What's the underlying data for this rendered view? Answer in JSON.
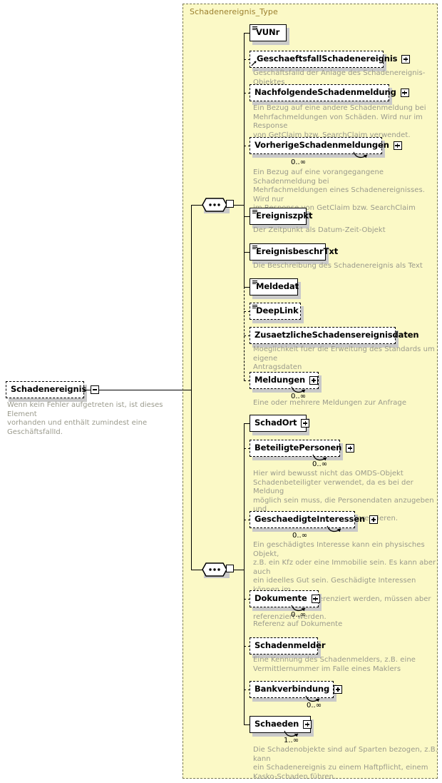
{
  "diagram": {
    "kind": "xsd-schema-tree",
    "type_container_label": "Schadenereignis_Type",
    "root": {
      "name": "Schadenereignis",
      "optional": true,
      "toggle": "minus",
      "doc": "Wenn kein Fehler aufgetreten ist, ist dieses Element\nvorhanden und enthält zumindest eine GeschäftsfallId."
    },
    "sequences": [
      {
        "name": "sequence-1",
        "icon": "sequence-icon"
      },
      {
        "name": "sequence-2",
        "icon": "sequence-icon"
      }
    ],
    "nodes": [
      {
        "id": "vunr",
        "label": "VUNr",
        "optional": false,
        "simple_type": true,
        "expandable": false,
        "reference": false,
        "cardinality": "",
        "doc": ""
      },
      {
        "id": "geschaeftsfall",
        "label": "GeschaeftsfallSchadenereignis",
        "optional": true,
        "simple_type": false,
        "expandable": true,
        "reference": true,
        "cardinality": "",
        "doc": "Geschäftsfalld der Anlage des Schadenereignis-Objektes"
      },
      {
        "id": "nachfolgende",
        "label": "NachfolgendeSchadenmeldung",
        "optional": true,
        "simple_type": false,
        "expandable": true,
        "reference": false,
        "cardinality": "",
        "doc": "Ein Bezug auf eine andere Schadenmeldung bei\nMehrfachmeldungen von Schäden. Wird nur im Response\nvon GetClaim bzw. SearchClaim verwendet."
      },
      {
        "id": "vorherige",
        "label": "VorherigeSchadenmeldungen",
        "optional": true,
        "simple_type": false,
        "expandable": true,
        "reference": false,
        "cardinality": "0..∞",
        "doc": "Ein Bezug auf eine vorangegangene Schadenmeldung bei\nMehrfachmeldungen eines Schadenereignisses. Wird nur\nim Response von GetClaim bzw. SearchClaim\nverwendet."
      },
      {
        "id": "ereigniszpkt",
        "label": "Ereigniszpkt",
        "optional": false,
        "simple_type": true,
        "expandable": false,
        "reference": false,
        "cardinality": "",
        "doc": "Der Zeitpunkt als Datum-Zeit-Objekt"
      },
      {
        "id": "ereignisbeschrtxt",
        "label": "EreignisbeschrTxt",
        "optional": false,
        "simple_type": true,
        "expandable": false,
        "reference": false,
        "cardinality": "",
        "doc": "Die Beschreibung des Schadenereignis als Text"
      },
      {
        "id": "meldedat",
        "label": "Meldedat",
        "optional": false,
        "simple_type": true,
        "expandable": false,
        "reference": false,
        "cardinality": "",
        "doc": ""
      },
      {
        "id": "deeplink",
        "label": "DeepLink",
        "optional": true,
        "simple_type": true,
        "expandable": false,
        "reference": false,
        "cardinality": "",
        "doc": ""
      },
      {
        "id": "zusaetzliche",
        "label": "ZusaetzlicheSchadensereignisdaten",
        "optional": true,
        "simple_type": false,
        "expandable": false,
        "reference": false,
        "cardinality": "",
        "doc": "Moeglichkeit fuer die Erweitung des Standards um eigene\nAntragsdaten"
      },
      {
        "id": "meldungen",
        "label": "Meldungen",
        "optional": true,
        "simple_type": false,
        "expandable": true,
        "reference": false,
        "cardinality": "0..∞",
        "doc": "Eine oder mehrere Meldungen zur Anfrage"
      },
      {
        "id": "schadort",
        "label": "SchadOrt",
        "optional": false,
        "simple_type": false,
        "expandable": true,
        "reference": false,
        "cardinality": "",
        "doc": ""
      },
      {
        "id": "beteiligtepersonen",
        "label": "BeteiligtePersonen",
        "optional": true,
        "simple_type": false,
        "expandable": true,
        "reference": false,
        "cardinality": "0..∞",
        "doc": "Hier wird bewusst nicht das OMDS-Objekt\nSchadenbeteiligter verwendet, da es bei der Meldung\nmöglich sein muss, die Personendaten anzugeben und\nnicht nur auf Personen zu referenzieren."
      },
      {
        "id": "geschaedigteinteressen",
        "label": "GeschaedigteInteressen",
        "optional": true,
        "simple_type": false,
        "expandable": true,
        "reference": false,
        "cardinality": "0..∞",
        "doc": "Ein geschädigtes Interesse kann ein physisches Objekt,\nz.B. ein Kfz oder eine Immobilie sein. Es kann aber auch\nein ideelles Gut sein. Geschädigte Interessen können im\nSchadenobjekt referenziert werden, müssen aber nicht\nreferenziert werden."
      },
      {
        "id": "dokumente",
        "label": "Dokumente",
        "optional": true,
        "simple_type": false,
        "expandable": true,
        "reference": false,
        "cardinality": "0..∞",
        "doc": "Referenz auf Dokumente"
      },
      {
        "id": "schadenmelder",
        "label": "Schadenmelder",
        "optional": true,
        "simple_type": false,
        "expandable": false,
        "reference": false,
        "cardinality": "",
        "doc": "Eine Kennung des Schadenmelders, z.B. eine\nVermittlernummer im Falle eines Maklers"
      },
      {
        "id": "bankverbindung",
        "label": "Bankverbindung",
        "optional": true,
        "simple_type": false,
        "expandable": true,
        "reference": false,
        "cardinality": "0..∞",
        "doc": ""
      },
      {
        "id": "schaeden",
        "label": "Schaeden",
        "optional": false,
        "simple_type": false,
        "expandable": true,
        "reference": false,
        "cardinality": "1..∞",
        "doc": "Die Schadenobjekte sind auf Sparten bezogen, z.B. kann\nein Schadenereignis zu einem Haftpflicht, einem\nKasko-Schaden führen."
      }
    ],
    "colors": {
      "container_fill": "#fbf9c6",
      "container_border": "#7a7a52",
      "type_title": "#9b7f2e",
      "doc_text": "#9a9a8c",
      "node_fill": "#ffffff",
      "node_border": "#000000",
      "shadow": "#c9c9c9"
    }
  }
}
